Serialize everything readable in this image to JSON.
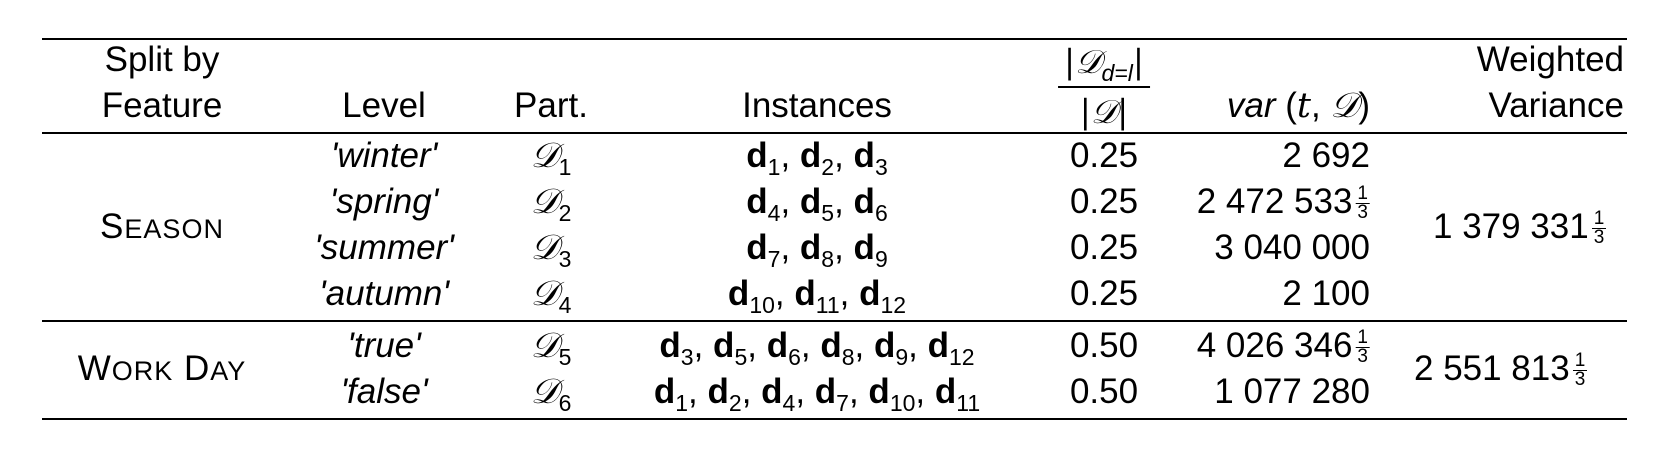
{
  "header": {
    "split_by_line1": "Split by",
    "split_by_line2": "Feature",
    "level": "Level",
    "part": "Part.",
    "instances": "Instances",
    "ratio_numerator": "|D_{d=l}|",
    "ratio_denominator": "|D|",
    "variance": "var (t, D)",
    "weighted_line1": "Weighted",
    "weighted_line2": "Variance"
  },
  "groups": [
    {
      "feature": "SEASON",
      "weighted_variance": "1 379 331 1/3",
      "rows": [
        {
          "level": "'winter'",
          "partition": "D1",
          "instances": "d1, d2, d3",
          "ratio": "0.25",
          "variance": "2 692"
        },
        {
          "level": "'spring'",
          "partition": "D2",
          "instances": "d4, d5, d6",
          "ratio": "0.25",
          "variance": "2 472 533 1/3"
        },
        {
          "level": "'summer'",
          "partition": "D3",
          "instances": "d7, d8, d9",
          "ratio": "0.25",
          "variance": "3 040 000"
        },
        {
          "level": "'autumn'",
          "partition": "D4",
          "instances": "d10, d11, d12",
          "ratio": "0.25",
          "variance": "2 100"
        }
      ]
    },
    {
      "feature": "WORK DAY",
      "weighted_variance": "2 551 813 1/3",
      "rows": [
        {
          "level": "'true'",
          "partition": "D5",
          "instances": "d3, d5, d6, d8, d9, d12",
          "ratio": "0.50",
          "variance": "4 026 346 1/3"
        },
        {
          "level": "'false'",
          "partition": "D6",
          "instances": "d1, d2, d4, d7, d10, d11",
          "ratio": "0.50",
          "variance": "1 077 280"
        }
      ]
    }
  ]
}
